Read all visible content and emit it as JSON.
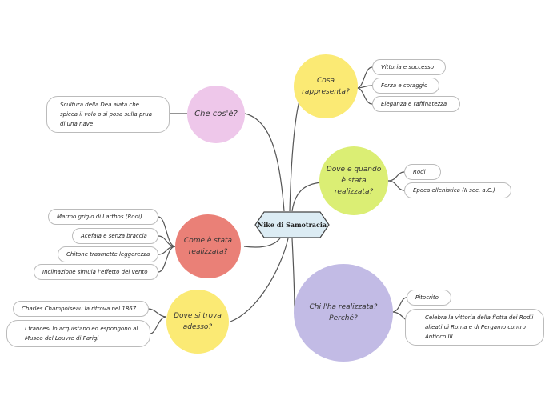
{
  "colors": {
    "link": "#555555",
    "central_fill": "#dcecf4",
    "yellow": "#fbea74",
    "green": "#dbee74",
    "purple": "#c2bbe5",
    "pink": "#eec7ea",
    "red": "#ea8077"
  },
  "central": {
    "label": "Nike di Samotracia"
  },
  "topics": {
    "cosa": {
      "label": "Cosa rappresenta?",
      "items": [
        "Vittoria e successo",
        "Forza e coraggio",
        "Eleganza e raffinatezza"
      ]
    },
    "dove_quando": {
      "label": "Dove e quando è stata realizzata?",
      "items": [
        "Rodi",
        "Epoca ellenistica (II sec. a.C.)"
      ]
    },
    "chi": {
      "label": "Chi l'ha realizzata? Perché?",
      "items": [
        "Pitocrito",
        "Celebra la vittoria della flotta dei Rodii alleati di Roma e di Pergamo contro Antioco III"
      ]
    },
    "che_cose": {
      "label": "Che cos'è?",
      "items": [
        "Scultura della Dea alata che spicca il volo o si posa sulla prua di una nave"
      ]
    },
    "come": {
      "label": "Come è stata realizzata?",
      "items": [
        "Marmo grigio di Larthos (Rodi)",
        "Acefala e senza braccia",
        "Chitone trasmette leggerezza",
        "Inclinazione simula l'effetto del vento"
      ]
    },
    "dove_trova": {
      "label": "Dove si trova adesso?",
      "items": [
        "Charles Champoiseau la ritrova nel 1867",
        "I francesi lo acquistano ed espongono al Museo del Louvre di Parigi"
      ]
    }
  }
}
